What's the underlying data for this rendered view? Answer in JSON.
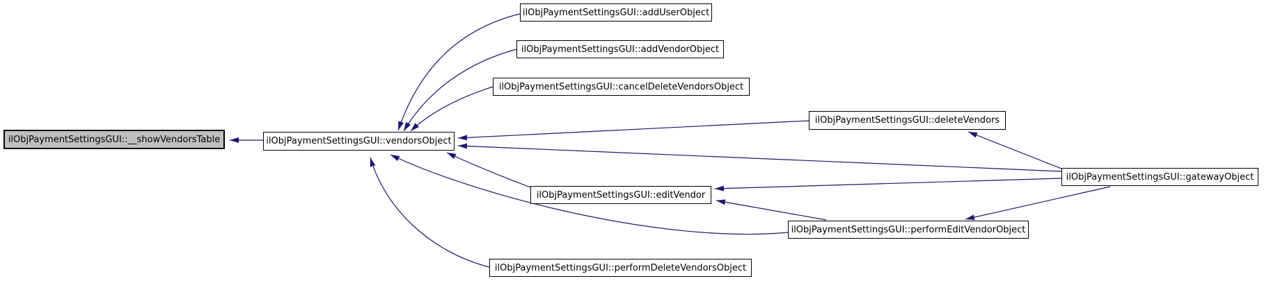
{
  "diagram": {
    "type": "doxygen-caller-graph",
    "root_function": "ilObjPaymentSettingsGUI::__showVendorsTable",
    "colors": {
      "edge": "#191970",
      "node_fill": "#ffffff",
      "node_border": "#000000",
      "highlight_fill": "#bfbfbf",
      "background": "#ffffff"
    },
    "nodes": [
      {
        "id": "__showVendorsTable",
        "label": "ilObjPaymentSettingsGUI::__showVendorsTable",
        "highlighted": true
      },
      {
        "id": "vendorsObject",
        "label": "ilObjPaymentSettingsGUI::vendorsObject",
        "highlighted": false
      },
      {
        "id": "addUserObject",
        "label": "ilObjPaymentSettingsGUI::addUserObject",
        "highlighted": false
      },
      {
        "id": "addVendorObject",
        "label": "ilObjPaymentSettingsGUI::addVendorObject",
        "highlighted": false
      },
      {
        "id": "cancelDeleteVendorsObject",
        "label": "ilObjPaymentSettingsGUI::cancelDeleteVendorsObject",
        "highlighted": false
      },
      {
        "id": "deleteVendors",
        "label": "ilObjPaymentSettingsGUI::deleteVendors",
        "highlighted": false
      },
      {
        "id": "gatewayObject",
        "label": "ilObjPaymentSettingsGUI::gatewayObject",
        "highlighted": false
      },
      {
        "id": "editVendor",
        "label": "ilObjPaymentSettingsGUI::editVendor",
        "highlighted": false
      },
      {
        "id": "performEditVendorObject",
        "label": "ilObjPaymentSettingsGUI::performEditVendorObject",
        "highlighted": false
      },
      {
        "id": "performDeleteVendorsObject",
        "label": "ilObjPaymentSettingsGUI::performDeleteVendorsObject",
        "highlighted": false
      }
    ],
    "edges": [
      {
        "from": "vendorsObject",
        "to": "__showVendorsTable"
      },
      {
        "from": "addUserObject",
        "to": "vendorsObject"
      },
      {
        "from": "addVendorObject",
        "to": "vendorsObject"
      },
      {
        "from": "cancelDeleteVendorsObject",
        "to": "vendorsObject"
      },
      {
        "from": "deleteVendors",
        "to": "vendorsObject"
      },
      {
        "from": "gatewayObject",
        "to": "vendorsObject"
      },
      {
        "from": "editVendor",
        "to": "vendorsObject"
      },
      {
        "from": "performEditVendorObject",
        "to": "vendorsObject"
      },
      {
        "from": "performDeleteVendorsObject",
        "to": "vendorsObject"
      },
      {
        "from": "gatewayObject",
        "to": "deleteVendors"
      },
      {
        "from": "gatewayObject",
        "to": "editVendor"
      },
      {
        "from": "gatewayObject",
        "to": "performEditVendorObject"
      },
      {
        "from": "performEditVendorObject",
        "to": "editVendor"
      }
    ]
  }
}
